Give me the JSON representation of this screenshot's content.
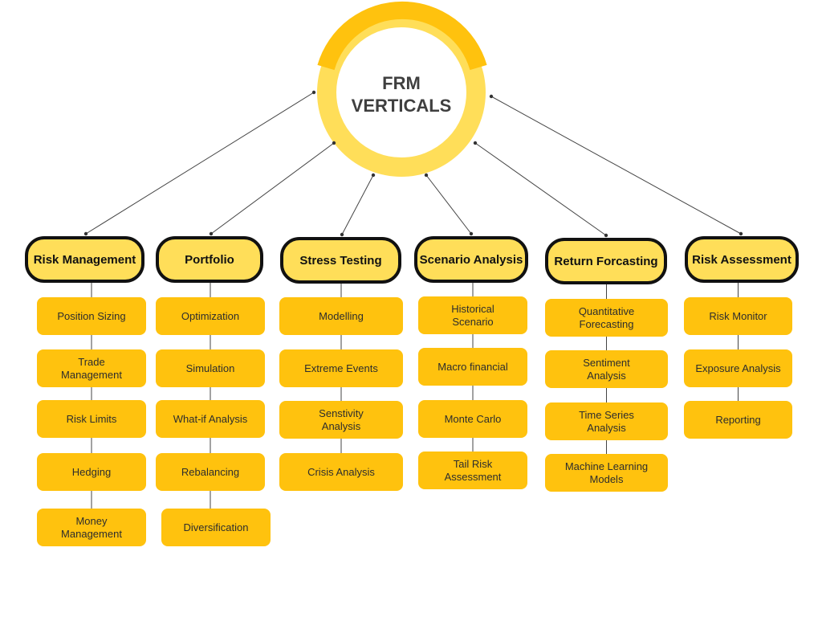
{
  "hub": {
    "title": "FRM\nVERTICALS"
  },
  "colors": {
    "ring_light": "#ffde59",
    "ring_dark": "#ffc20e",
    "category_fill": "#ffde59",
    "item_fill": "#ffc20e",
    "outline": "#111111",
    "text": "#3f3f3f"
  },
  "categories": [
    {
      "label": "Risk Management",
      "items": [
        "Position Sizing",
        "Trade\nManagement",
        "Risk Limits",
        "Hedging",
        "Money\nManagement"
      ]
    },
    {
      "label": "Portfolio",
      "items": [
        "Optimization",
        "Simulation",
        "What-if Analysis",
        "Rebalancing",
        "Diversification"
      ]
    },
    {
      "label": "Stress Testing",
      "items": [
        "Modelling",
        "Extreme Events",
        "Senstivity\nAnalysis",
        "Crisis Analysis"
      ]
    },
    {
      "label": "Scenario Analysis",
      "items": [
        "Historical\nScenario",
        "Macro financial",
        "Monte Carlo",
        "Tail Risk\nAssessment"
      ]
    },
    {
      "label": "Return Forcasting",
      "items": [
        "Quantitative\nForecasting",
        "Sentiment\nAnalysis",
        "Time Series\nAnalysis",
        "Machine Learning\nModels"
      ]
    },
    {
      "label": "Risk Assessment",
      "items": [
        "Risk Monitor",
        "Exposure Analysis",
        "Reporting"
      ]
    }
  ]
}
